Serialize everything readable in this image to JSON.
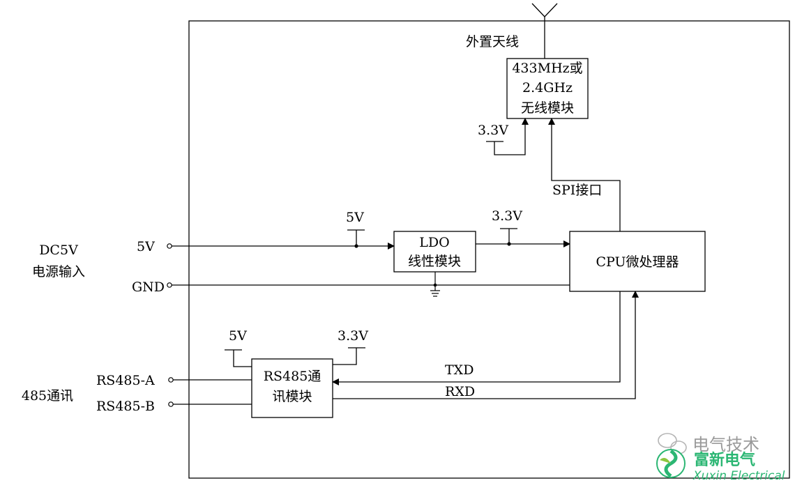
{
  "antenna": {
    "label": "外置天线"
  },
  "wireless_module": {
    "lines": [
      "433MHz或",
      "2.4GHz",
      "无线模块"
    ],
    "supply": "3.3V"
  },
  "spi": {
    "label": "SPI接口"
  },
  "ldo": {
    "lines": [
      "LDO",
      "线性模块"
    ],
    "in_supply": "5V",
    "out_supply": "3.3V"
  },
  "cpu": {
    "label": "CPU微处理器"
  },
  "power_input": {
    "title_lines": [
      "DC5V",
      "电源输入"
    ],
    "v5": "5V",
    "gnd": "GND"
  },
  "rs485_module": {
    "lines": [
      "RS485通",
      "讯模块"
    ],
    "supply_5v": "5V",
    "supply_33v": "3.3V"
  },
  "comm": {
    "title": "485通讯",
    "port_a": "RS485-A",
    "port_b": "RS485-B",
    "txd": "TXD",
    "rxd": "RXD"
  },
  "watermark": {
    "channel": "电气技术",
    "brand": "富新电气",
    "brand_en": "Xuxin Electrical"
  }
}
